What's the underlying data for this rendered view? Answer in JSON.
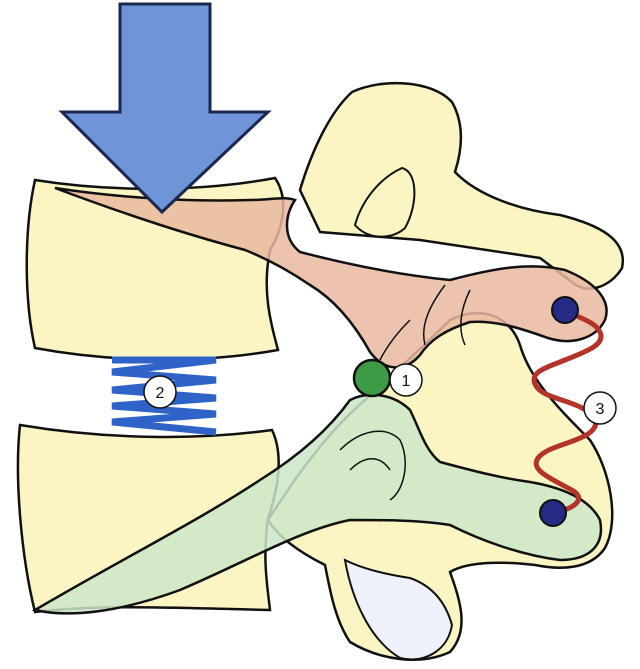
{
  "markers": [
    {
      "id": "pivot",
      "label": "1"
    },
    {
      "id": "disc-spring",
      "label": "2"
    },
    {
      "id": "ligament-spring",
      "label": "3"
    }
  ],
  "colors": {
    "bone": "#fbf5c4",
    "outline": "#111111",
    "upper_lever": "#e9b9a0",
    "lower_lever": "#cde6c8",
    "arrow": "#6f95d8",
    "arrow_outline": "#1c2750",
    "disc_spring": "#2f63c7",
    "pivot": "#3d9a45",
    "ligament_spring": "#b5342a",
    "anchor": "#252a85"
  }
}
